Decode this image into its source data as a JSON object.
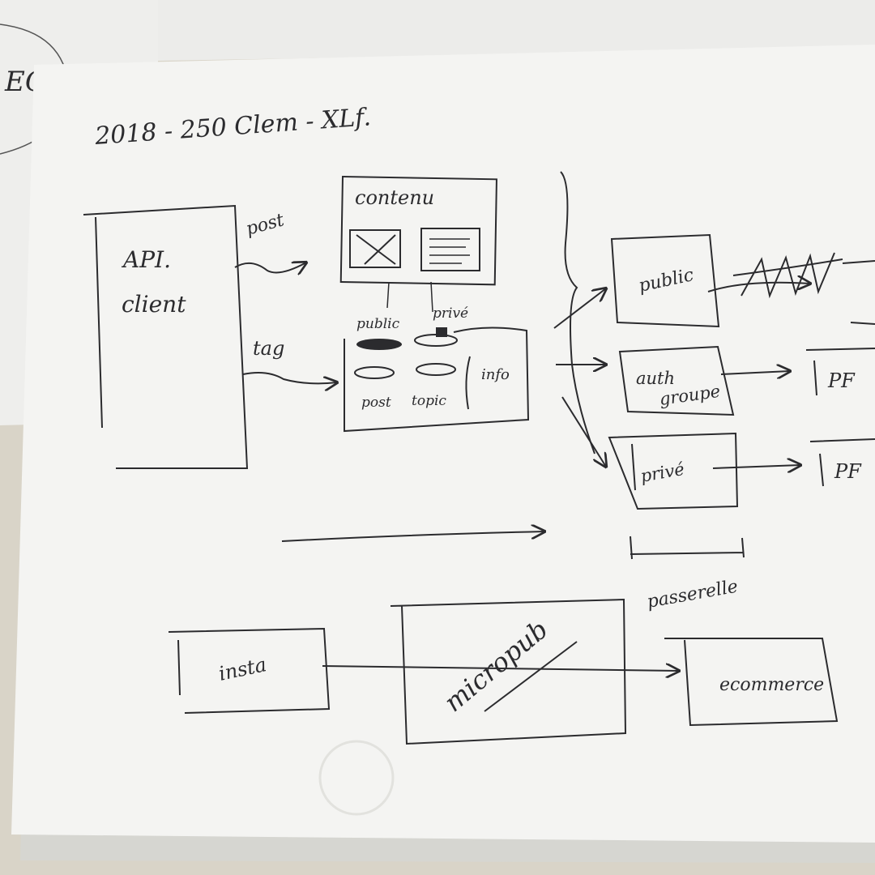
{
  "colors": {
    "background": "#d9d4c8",
    "paper": "#f4f4f2",
    "paper_shadow": "#d6d6d1",
    "back_sheet": "#eeeeec",
    "ink": "#2b2b2e"
  },
  "sketch": {
    "header": "2018 - 250  Clem - XLf.",
    "corner_fragment": "EC",
    "api_client": {
      "line1": "API.",
      "line2": "client"
    },
    "post_label": "post",
    "tag_label": "tag",
    "contenu": {
      "title": "contenu",
      "public_label": "public",
      "prive_label": "privé",
      "post_label": "post",
      "topic_label": "topic",
      "info_label": "info"
    },
    "public_box": "public",
    "auth_box": {
      "line1": "auth",
      "line2": "groupe"
    },
    "prive_box": "privé",
    "pf_top": "PF",
    "pf_bottom": "PF",
    "passerelle_label": "passerelle",
    "insta_box": "insta",
    "micropub_box": "micropub",
    "ecommerce_box": "ecommerce"
  }
}
